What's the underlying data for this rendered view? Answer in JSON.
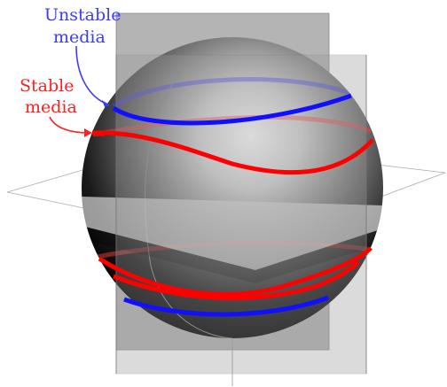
{
  "labels": {
    "unstable": {
      "line1": "Unstable",
      "line2": "media",
      "color": "#3b3bff"
    },
    "stable": {
      "line1": "Stable",
      "line2": "media",
      "color": "#ff2020"
    }
  },
  "colors": {
    "unstable_curve": "#2020ff",
    "stable_curve": "#ff0000",
    "plane_fill": "#9a9a9a",
    "plane_edge": "#7a7a7a",
    "sphere_highlight": "#ffffff",
    "sphere_shadow": "#000000"
  }
}
